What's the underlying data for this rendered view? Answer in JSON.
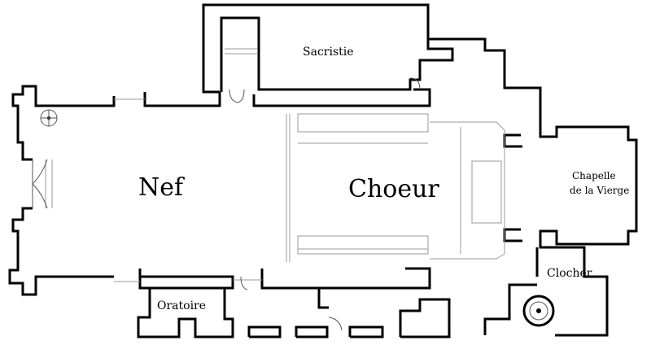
{
  "labels": {
    "nef": "Nef",
    "choeur": "Choeur",
    "sacristie": "Sacristie",
    "chapelle_line1": "Chapelle",
    "chapelle_line2": "de la Vierge",
    "oratoire": "Oratoire",
    "clocher": "Clocher"
  },
  "icons": [
    "spiral-staircase-icon",
    "door-swing-icon"
  ],
  "colors": {
    "wall": "#000000",
    "line": "#9a9a9a",
    "background": "#ffffff"
  }
}
